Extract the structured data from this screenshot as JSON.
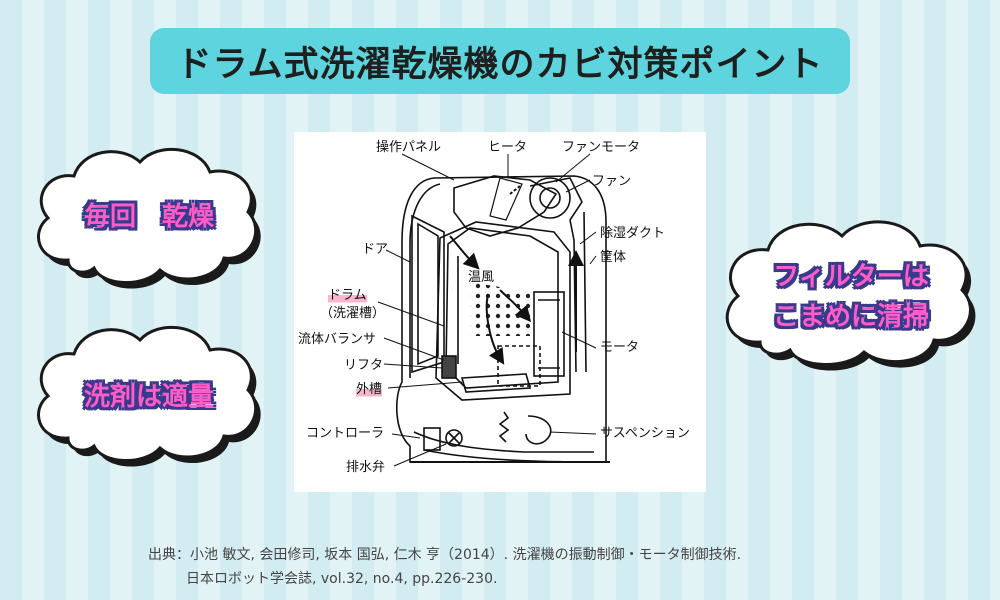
{
  "title": "ドラム式洗濯乾燥機のカビ対策ポイント",
  "clouds": {
    "dry": "毎回　乾燥",
    "detergent": "洗剤は適量",
    "filter_line1": "フィルターは",
    "filter_line2": "こまめに清掃"
  },
  "diagram": {
    "labels": {
      "control_panel": "操作パネル",
      "heater": "ヒータ",
      "fan_motor": "ファンモータ",
      "fan": "ファン",
      "dehumidify_duct": "除湿ダクト",
      "cabinet": "筐体",
      "door": "ドア",
      "warm_air": "温風",
      "drum": "ドラム",
      "drum_sub": "（洗濯槽）",
      "balancer": "流体バランサ",
      "lifter": "リフタ",
      "outer_tub": "外槽",
      "motor": "モータ",
      "controller": "コントローラ",
      "suspension": "サスペンション",
      "drain_valve": "排水弁"
    }
  },
  "source": {
    "line1": "出典：小池 敏文, 会田修司, 坂本 国弘, 仁木 亨（2014）. 洗濯機の振動制御・モータ制御技術.",
    "line2": "日本ロボット学会誌, vol.32, no.4, pp.226-230."
  }
}
